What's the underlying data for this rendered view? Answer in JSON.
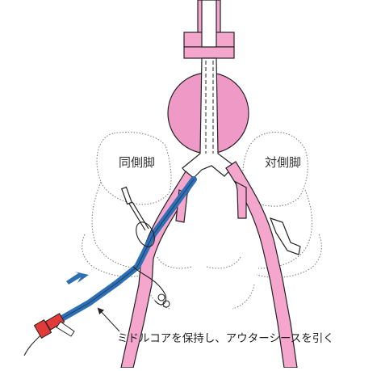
{
  "labels": {
    "ipsilateral": "同側脚",
    "contralateral": "対側脚",
    "instruction": "ミドルコアを保持し、アウターシースを引く"
  },
  "colors": {
    "vessel": "#f4a6cc",
    "aneurysm": "#ef9ac6",
    "catheter_blue": "#2f6fb3",
    "handle_red": "#e23a3a",
    "pointer_arrow": "#2f6fb3",
    "outline": "#222222"
  },
  "icons": {
    "pull_direction": "arrow-left-down-icon",
    "leader_arrow": "pointer-arrow-icon"
  }
}
